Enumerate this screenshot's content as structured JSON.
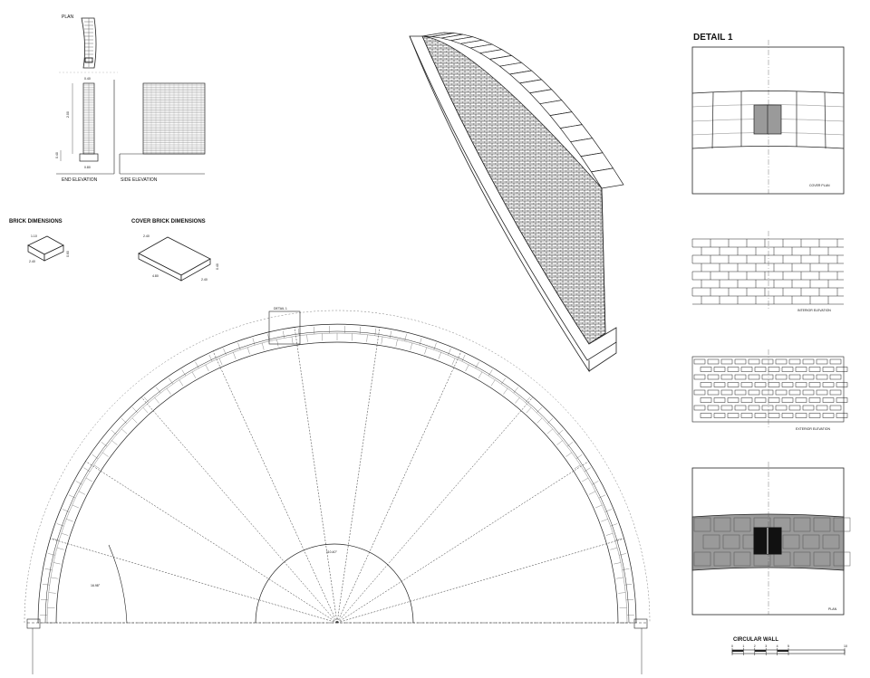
{
  "labels": {
    "plan": "PLAN",
    "end_elevation": "END ELEVATION",
    "side_elevation": "SIDE ELEVATION",
    "brick_dimensions": "BRICK DIMENSIONS",
    "cover_brick_dimensions": "COVER BRICK DIMENSIONS",
    "detail_1": "DETAIL 1",
    "detail_1_tag": "DETAIL 1",
    "cover_plan": "COVER PLAN",
    "interior_elevation": "INTERIOR ELEVATION",
    "exterior_elevation": "EXTERIOR ELEVATION",
    "plan_detail": "PLAN",
    "circular_wall": "CIRCULAR WALL"
  },
  "dimensions": {
    "wall_width": "0.40",
    "wall_height": "2.00",
    "base_height": "0.40",
    "base_width": "0.80",
    "brick_w": "1.10",
    "brick_l": "2.40",
    "brick_h": "0.60",
    "cover_w": "2.40",
    "cover_l": "4.80",
    "cover_h": "0.40",
    "arc_angle": "110.40°",
    "segment_angle": "16.98°"
  },
  "scale_bar": {
    "ticks": [
      "0",
      "1",
      "2",
      "3",
      "4",
      "5",
      "10"
    ]
  },
  "colors": {
    "line": "#1a1a1a",
    "fill_gray": "#9a9a9a",
    "fill_dark": "#111111",
    "background": "#ffffff"
  }
}
